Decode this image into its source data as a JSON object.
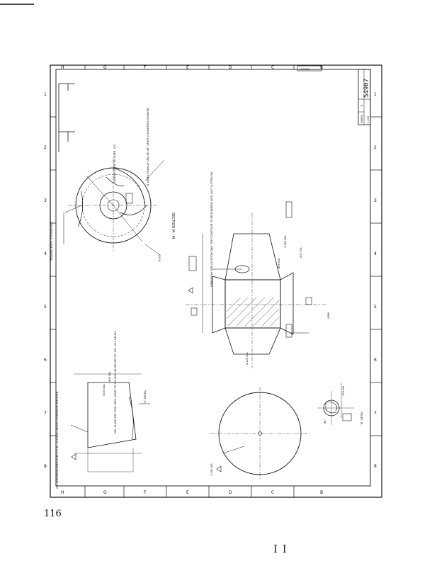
{
  "page": {
    "page_number": "116",
    "bottom_mark": "I I"
  },
  "drawing": {
    "number": "54907",
    "title_block": {
      "code": "D0854",
      "size": "E",
      "sheet": "1 of 2"
    },
    "revision_box": "LOA4SU",
    "zones_top": [
      "H",
      "G",
      "F",
      "E",
      "D",
      "C",
      "B"
    ],
    "zones_side": [
      "1",
      "2",
      "3",
      "4",
      "5",
      "6",
      "7",
      "8"
    ],
    "section_label": "SECTION M - M",
    "detail_a_label": "\"A\" DETAIL",
    "detail_b_label": "\"B\" DETAIL",
    "view_label": "VIEW",
    "note_spaced": "8 VANES EQUALLY SPACED 45° APART (COUNTERCLOCKWISE)",
    "note_leading_edge": "LEADING EDGE 45 TAPER .010",
    "note_trailing_edge": "TRAILING EDGE .030 MAX RAD",
    "note_flare": "MAY FLARE THE TOOL INTO SHARP TO 0.5 HIGH 48 INCHES TO .002 .003 ON DIA",
    "note_dimension": "DIMENSION FOR LOCATION ONLY THE COUNTOUR TO BE BLENDED INTO LAST CUTTER DIA",
    "dims": {
      "d1": ".5005 DIA",
      "d2": ".865 DIA",
      "d3": "1.250 DIA",
      "d4": ".030 R",
      "d5": "4.125 DIA",
      "d6": ".375 DIA",
      "d7": "45°",
      "d8": "1.360 DIA",
      "d9": ".860 DIA",
      "d10": ".002 TOL"
    },
    "draft_note": "ALL UNDIMENSIONED RADII TO BE .015 MAX UNLESS OTHERWISE SPECIFIED"
  }
}
